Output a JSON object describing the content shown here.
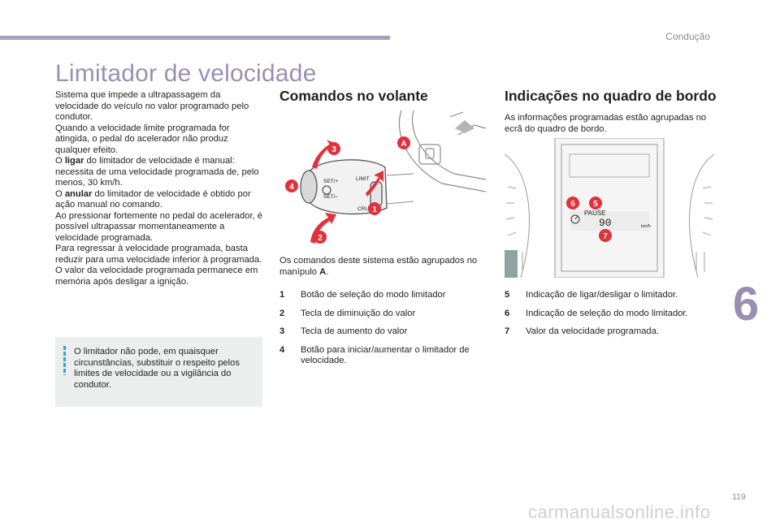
{
  "header": {
    "section": "Condução"
  },
  "title": "Limitador de velocidade",
  "intro": {
    "line1": "Sistema que impede a ultrapassagem da velocidade do veículo no valor programado pelo condutor.",
    "line2": "Quando a velocidade limite programada for atingida, o pedal do acelerador não produz qualquer efeito.",
    "line3_pre": "O ",
    "line3_bold": "ligar",
    "line3_post": " do limitador de velocidade é manual: necessita de uma velocidade programada de, pelo menos, 30 km/h.",
    "line4_pre": "O ",
    "line4_bold": "anular",
    "line4_post": " do limitador de velocidade é obtido por ação manual no comando.",
    "line5": "Ao pressionar fortemente no pedal do acelerador, é possível ultrapassar momentaneamente a velocidade programada.",
    "line6": "Para regressar à velocidade programada, basta reduzir para uma velocidade inferior à programada.",
    "line7": "O valor da velocidade programada permanece em memória após desligar a ignição."
  },
  "note": "O limitador não pode, em quaisquer circunstâncias, substituir o respeito pelos limites de velocidade ou a vigilância do condutor.",
  "steering": {
    "heading": "Comandos no volante",
    "text_pre": "Os comandos deste sistema estão agrupados no manípulo ",
    "text_bold": "A",
    "text_post": ".",
    "figure_labels": {
      "set_plus": "SET/+",
      "set_minus": "SET/–",
      "limit": "LIMIT",
      "cruise": "CRUISE",
      "callout_a": "A",
      "callout_1": "1",
      "callout_2": "2",
      "callout_3": "3",
      "callout_4": "4"
    },
    "items": [
      {
        "num": "1",
        "text": "Botão de seleção do modo limitador"
      },
      {
        "num": "2",
        "text": "Tecla de diminuição do valor"
      },
      {
        "num": "3",
        "text": "Tecla de aumento do valor"
      },
      {
        "num": "4",
        "text": "Botão para iniciar/aumentar o limitador de velocidade."
      }
    ]
  },
  "dashboard": {
    "heading": "Indicações no quadro de bordo",
    "text": "As informações programadas estão agrupadas no ecrã do quadro de bordo.",
    "figure_labels": {
      "pause": "PAUSE",
      "speed": "90",
      "unit": "km/h",
      "callout_5": "5",
      "callout_6": "6",
      "callout_7": "7"
    },
    "items": [
      {
        "num": "5",
        "text": "Indicação de ligar/desligar o limitador."
      },
      {
        "num": "6",
        "text": "Indicação de seleção do modo limitador."
      },
      {
        "num": "7",
        "text": "Valor da velocidade programada."
      }
    ]
  },
  "chapter": "6",
  "page_number": "119",
  "watermark": "carmanualsonline.info",
  "colors": {
    "accent": "#9a8fb2",
    "topbar": "#a99fbd",
    "callout": "#e0313d",
    "note_bg": "#eceeee",
    "note_bar": "#3aa0d8"
  }
}
